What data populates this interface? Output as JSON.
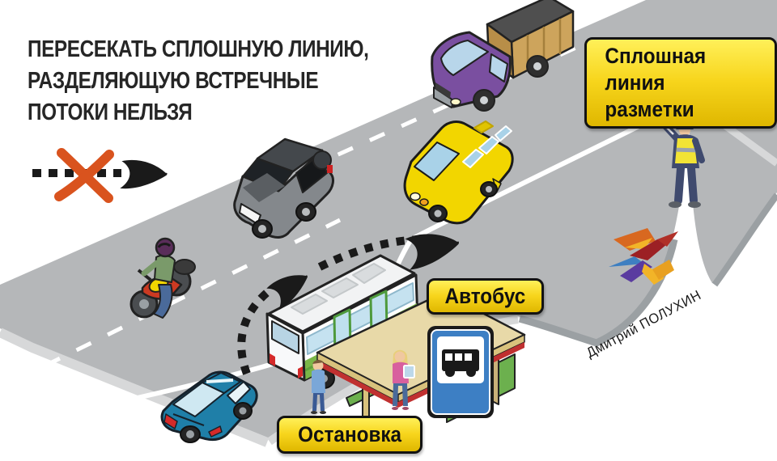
{
  "title": {
    "line1": "ПЕРЕСЕКАТЬ СПЛОШНУЮ ЛИНИЮ,",
    "line2": "РАЗДЕЛЯЮЩУЮ ВСТРЕЧНЫЕ",
    "line3": "ПОТОКИ НЕЛЬЗЯ"
  },
  "callouts": {
    "solid_line": {
      "line1": "Сплошная",
      "line2": "линия разметки"
    },
    "bus": "Автобус",
    "stop": "Остановка"
  },
  "credit": "Дмитрий ПОЛУХИН",
  "colors": {
    "road": "#b5b7b9",
    "road_edge_light": "#d7d8d9",
    "road_edge_dark": "#9ba0a3",
    "marking_white": "#ffffff",
    "label_yellow_top": "#fff059",
    "label_yellow_bottom": "#dfb700",
    "label_border": "#131313",
    "x_mark_orange": "#d9531e",
    "arrow_black": "#1a1a1a",
    "sign_blue": "#3d7fc4",
    "bus_green": "#7ab648",
    "car_blue": "#1f7fa8",
    "truck_purple": "#7a4fa0",
    "minibus_yellow": "#f2d600"
  },
  "scene": {
    "objects": [
      "flatbed-truck",
      "suv",
      "route-minibus",
      "motorcycle",
      "city-bus",
      "bus-shelter",
      "ticket-machine",
      "bench",
      "pedestrian-man",
      "pedestrian-woman",
      "blue-sedan",
      "traffic-officer",
      "swallow-logo",
      "bus-stop-sign",
      "no-crossing-icon",
      "overtake-trajectory",
      "solid-center-line",
      "dashed-lane-lines"
    ]
  }
}
